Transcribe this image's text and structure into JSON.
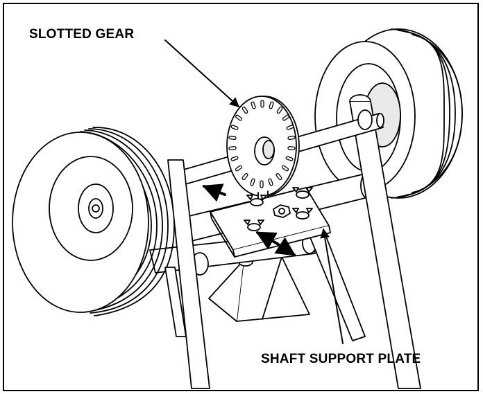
{
  "labels": {
    "slotted_gear": "SLOTTED GEAR",
    "shaft_support_plate": "SHAFT SUPPORT PLATE"
  },
  "colors": {
    "line": "#000000",
    "fill": "#ffffff",
    "shade": "#e9e9e9"
  },
  "parts": [
    "left-wheel",
    "right-wheel",
    "axle-shaft",
    "slotted-gear",
    "shaft-support-plate",
    "frame-tube",
    "front-leg-left",
    "front-leg-right",
    "rear-leg-right",
    "pyramid-support",
    "wing-nut",
    "hex-nut",
    "direction-arrow-icon"
  ]
}
